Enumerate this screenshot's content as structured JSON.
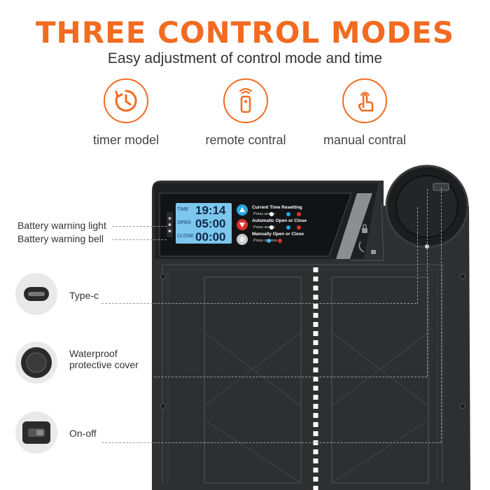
{
  "header": {
    "title": "THREE CONTROL MODES",
    "subtitle": "Easy adjustment of control mode and time"
  },
  "modes": [
    {
      "label": "timer model",
      "icon": "clock-timer-icon"
    },
    {
      "label": "remote contral",
      "icon": "remote-control-icon"
    },
    {
      "label": "manual contral",
      "icon": "hand-touch-icon"
    }
  ],
  "display": {
    "time_label": "TIME",
    "time_value": "19:14",
    "open_label": "OPEN",
    "open_value": "05:00",
    "close_label": "CLOSE",
    "close_value": "00:00"
  },
  "instructions": [
    {
      "title": "Current Time Resetting",
      "detail": "Press  and  or "
    },
    {
      "title": "Automatic Open or Close",
      "detail": "Press  and  or "
    },
    {
      "title": "Manually Open or Close",
      "detail": "Press  or  once"
    }
  ],
  "callouts": {
    "battery_light": "Battery warning light",
    "battery_bell": "Battery warning bell",
    "type_c": "Type-c",
    "cover": "Waterproof\nprotective cover",
    "cover_line1": "Waterproof",
    "cover_line2": "protective cover",
    "onoff": "On-off"
  },
  "colors": {
    "accent": "#f26b21",
    "device_body": "#2e2f31",
    "lcd": "#7dc6ee"
  }
}
